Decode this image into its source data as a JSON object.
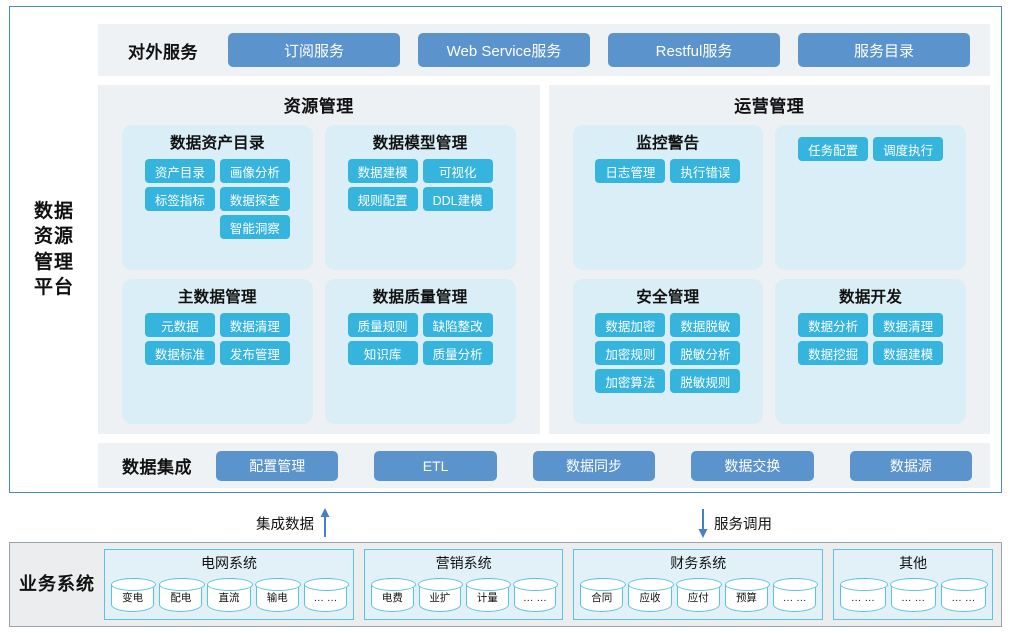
{
  "platform": {
    "side_label": "数据资源管理平台",
    "external_services": {
      "title": "对外服务",
      "buttons": [
        {
          "label": "订阅服务"
        },
        {
          "label": "Web Service服务"
        },
        {
          "label": "Restful服务"
        },
        {
          "label": "服务目录"
        }
      ]
    },
    "panels": [
      {
        "title": "资源管理",
        "cards": [
          {
            "title": "数据资产目录",
            "tags": [
              "资产目录",
              "画像分析",
              "标签指标",
              "数据探查",
              "智能洞察"
            ]
          },
          {
            "title": "数据模型管理",
            "tags": [
              "数据建模",
              "可视化",
              "规则配置",
              "DDL建模"
            ]
          },
          {
            "title": "主数据管理",
            "tags": [
              "元数据",
              "数据清理",
              "数据标准",
              "发布管理"
            ]
          },
          {
            "title": "数据质量管理",
            "tags": [
              "质量规则",
              "缺陷整改",
              "知识库",
              "质量分析"
            ]
          }
        ]
      },
      {
        "title": "运营管理",
        "cards": [
          {
            "title": "监控警告",
            "tags": [
              "日志管理",
              "执行错误"
            ]
          },
          {
            "title": "",
            "tags": [
              "任务配置",
              "调度执行"
            ]
          },
          {
            "title": "安全管理",
            "tags": [
              "数据加密",
              "数据脱敏",
              "加密规则",
              "脱敏分析",
              "加密算法",
              "脱敏规则"
            ]
          },
          {
            "title": "数据开发",
            "tags": [
              "数据分析",
              "数据清理",
              "数据挖掘",
              "数据建模"
            ]
          }
        ]
      }
    ],
    "integration": {
      "title": "数据集成",
      "buttons": [
        {
          "label": "配置管理"
        },
        {
          "label": "ETL"
        },
        {
          "label": "数据同步"
        },
        {
          "label": "数据交换"
        },
        {
          "label": "数据源"
        }
      ]
    }
  },
  "flows": [
    {
      "label": "集成数据",
      "direction": "up"
    },
    {
      "label": "服务调用",
      "direction": "down"
    }
  ],
  "business": {
    "side_label": "业务系统",
    "groups": [
      {
        "title": "电网系统",
        "items": [
          "变电",
          "配电",
          "直流",
          "输电",
          "… …"
        ]
      },
      {
        "title": "营销系统",
        "items": [
          "电费",
          "业扩",
          "计量",
          "… …"
        ]
      },
      {
        "title": "财务系统",
        "items": [
          "合同",
          "应收",
          "应付",
          "预算",
          "… …"
        ]
      },
      {
        "title": "其他",
        "items": [
          "… …",
          "… …",
          "… …"
        ]
      }
    ]
  },
  "colors": {
    "outer_border": "#4a8cc7",
    "service_pill": "#5b93cd",
    "tag": "#35b4dd",
    "panel_bg": "#eef1f3",
    "card_bg": "#d9eef6",
    "biz_bg": "#ebedee",
    "cylinder_border": "#5bc2e2"
  }
}
